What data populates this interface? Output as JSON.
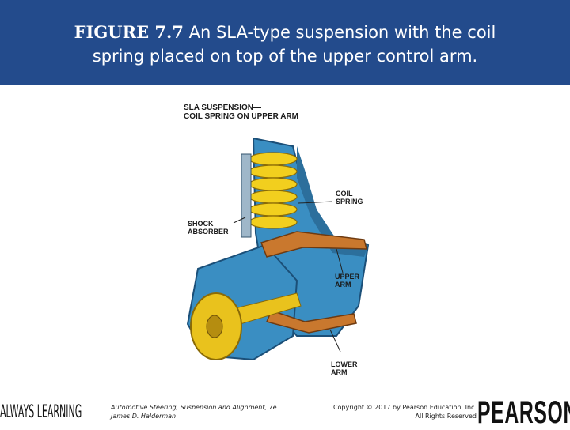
{
  "header": {
    "figure_number": "FIGURE 7.7",
    "caption_part1": " An SLA-type suspension with the coil",
    "caption_part2": "spring placed on top of the upper control arm."
  },
  "diagram": {
    "title_line1": "SLA SUSPENSION—",
    "title_line2": "COIL SPRING ON UPPER ARM",
    "labels": {
      "coil_spring_1": "COIL",
      "coil_spring_2": "SPRING",
      "shock_absorber_1": "SHOCK",
      "shock_absorber_2": "ABSORBER",
      "upper_arm_1": "UPPER",
      "upper_arm_2": "ARM",
      "lower_arm_1": "LOWER",
      "lower_arm_2": "ARM"
    },
    "colors": {
      "frame_blue": "#3a8ec2",
      "spring_yellow": "#f2cf1e",
      "arm_orange": "#c9782e",
      "hub_yellow": "#e9c21d"
    }
  },
  "footer": {
    "brand_left": "ALWAYS LEARNING",
    "book_title": "Automotive Steering, Suspension and Alignment, 7e",
    "author": "James D. Halderman",
    "copyright": "Copyright © 2017 by Pearson Education, Inc.",
    "rights": "All Rights Reserved",
    "brand_right": "PEARSON"
  }
}
